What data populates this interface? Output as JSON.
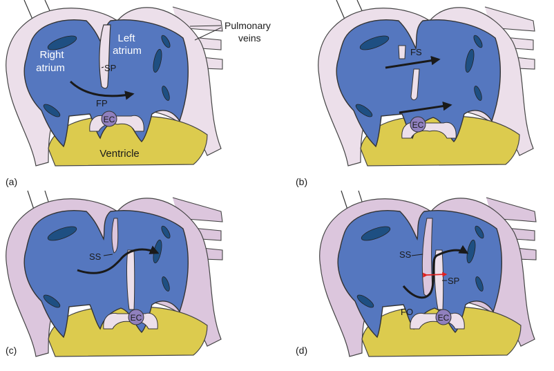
{
  "panels": {
    "a": {
      "tag": "(a)",
      "right_atrium_l1": "Right",
      "right_atrium_l2": "atrium",
      "left_atrium_l1": "Left",
      "left_atrium_l2": "atrium",
      "septum_primum": "SP",
      "foramen_primum": "FP",
      "endocardial_cushion": "EC",
      "ventricle": "Ventricle"
    },
    "b": {
      "tag": "(b)",
      "foramen_secundum": "FS",
      "endocardial_cushion": "EC"
    },
    "c": {
      "tag": "(c)",
      "septum_secundum": "SS",
      "endocardial_cushion": "EC"
    },
    "d": {
      "tag": "(d)",
      "septum_secundum": "SS",
      "septum_primum": "SP",
      "foramen_ovale": "FO",
      "endocardial_cushion": "EC"
    }
  },
  "pulmonary_veins_l1": "Pulmonary",
  "pulmonary_veins_l2": "veins",
  "colors": {
    "atrium_blue": "#5577bf",
    "wall_pink_light": "#ecdfea",
    "wall_pink_dark": "#dcc6dd",
    "ventricle_yellow": "#dccb4e",
    "cushion_purple": "#9080be",
    "vein_dark_blue": "#1e4f82",
    "flow_arrow": "#1a1a1a",
    "shunt_arrow_red": "#e02020"
  }
}
